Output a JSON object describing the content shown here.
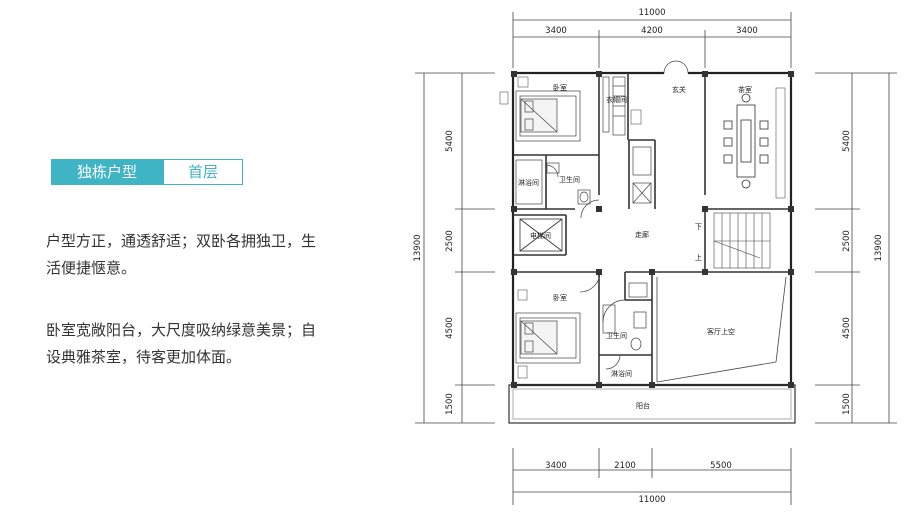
{
  "tags": {
    "type": "独栋户型",
    "floor": "首层"
  },
  "desc": {
    "p1": [
      "户型方正，通透舒适；双卧各拥独卫，生",
      "活便捷惬意。"
    ],
    "p2": [
      "卧室宽敞阳台，大尺度吸纳绿意美景；自",
      "设典雅茶室，待客更加体面。"
    ]
  },
  "dims": {
    "top_total": "11000",
    "top_segments": [
      "3400",
      "4200",
      "3400"
    ],
    "bottom_segments": [
      "3400",
      "2100",
      "5500"
    ],
    "bottom_total": "11000",
    "left_total": "13900",
    "right_total": "13900",
    "side_segments": [
      "5400",
      "2500",
      "4500",
      "1500"
    ]
  },
  "rooms": {
    "bedroom_top": "卧室",
    "closet": "衣帽间",
    "entry": "玄关",
    "tea_room": "茶室",
    "shower_top": "淋浴间",
    "wc_top": "卫生间",
    "elevator": "电梯间",
    "corridor": "走廊",
    "stair_down": "下",
    "stair_up": "上",
    "bedroom_bottom": "卧室",
    "wc_bottom": "卫生间",
    "shower_bottom": "淋浴间",
    "living_void": "客厅上空",
    "balcony": "阳台"
  }
}
